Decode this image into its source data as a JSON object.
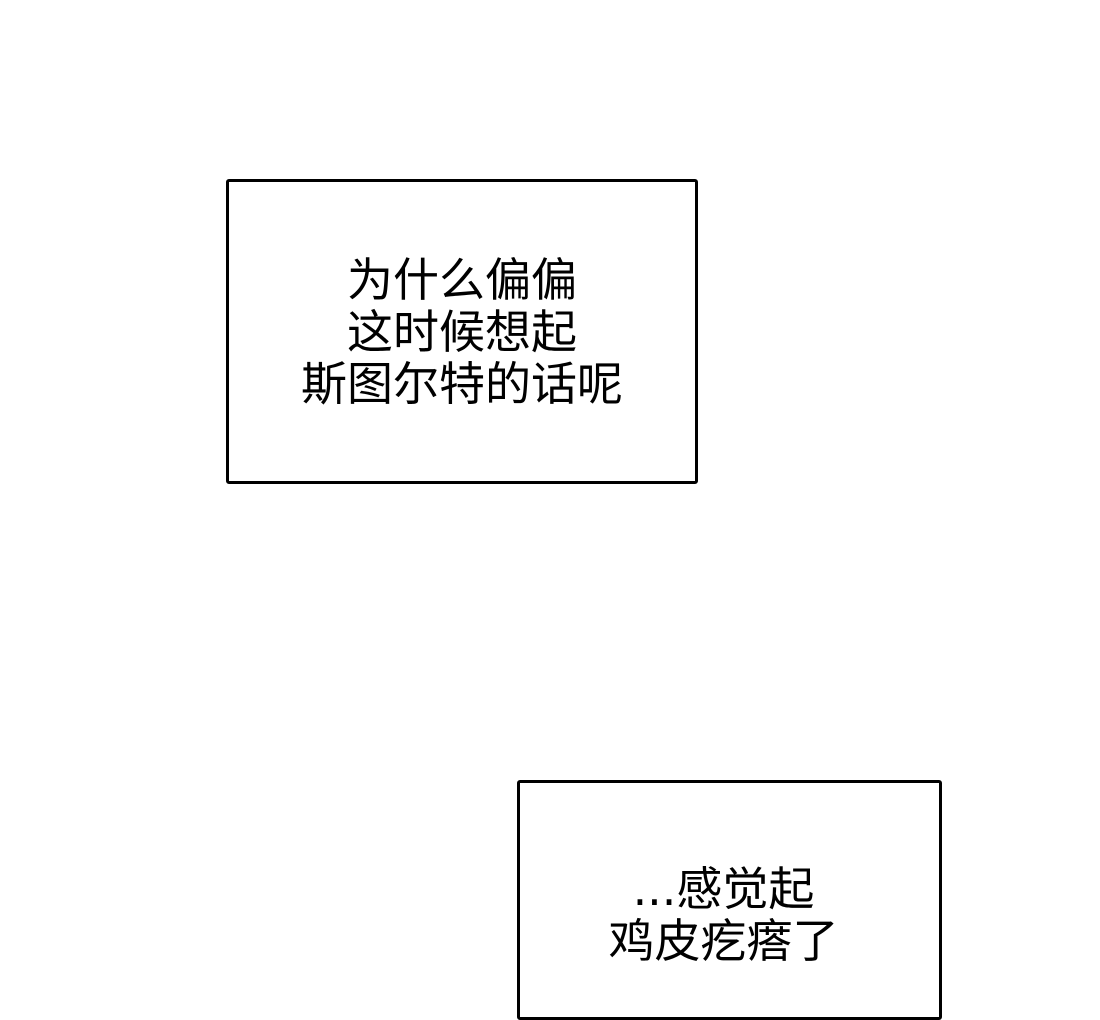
{
  "caption_boxes": [
    {
      "lines": [
        "为什么偏偏",
        "这时候想起",
        "斯图尔特的话呢"
      ]
    },
    {
      "lines": [
        "...感觉起",
        "鸡皮疙瘩了"
      ]
    }
  ]
}
